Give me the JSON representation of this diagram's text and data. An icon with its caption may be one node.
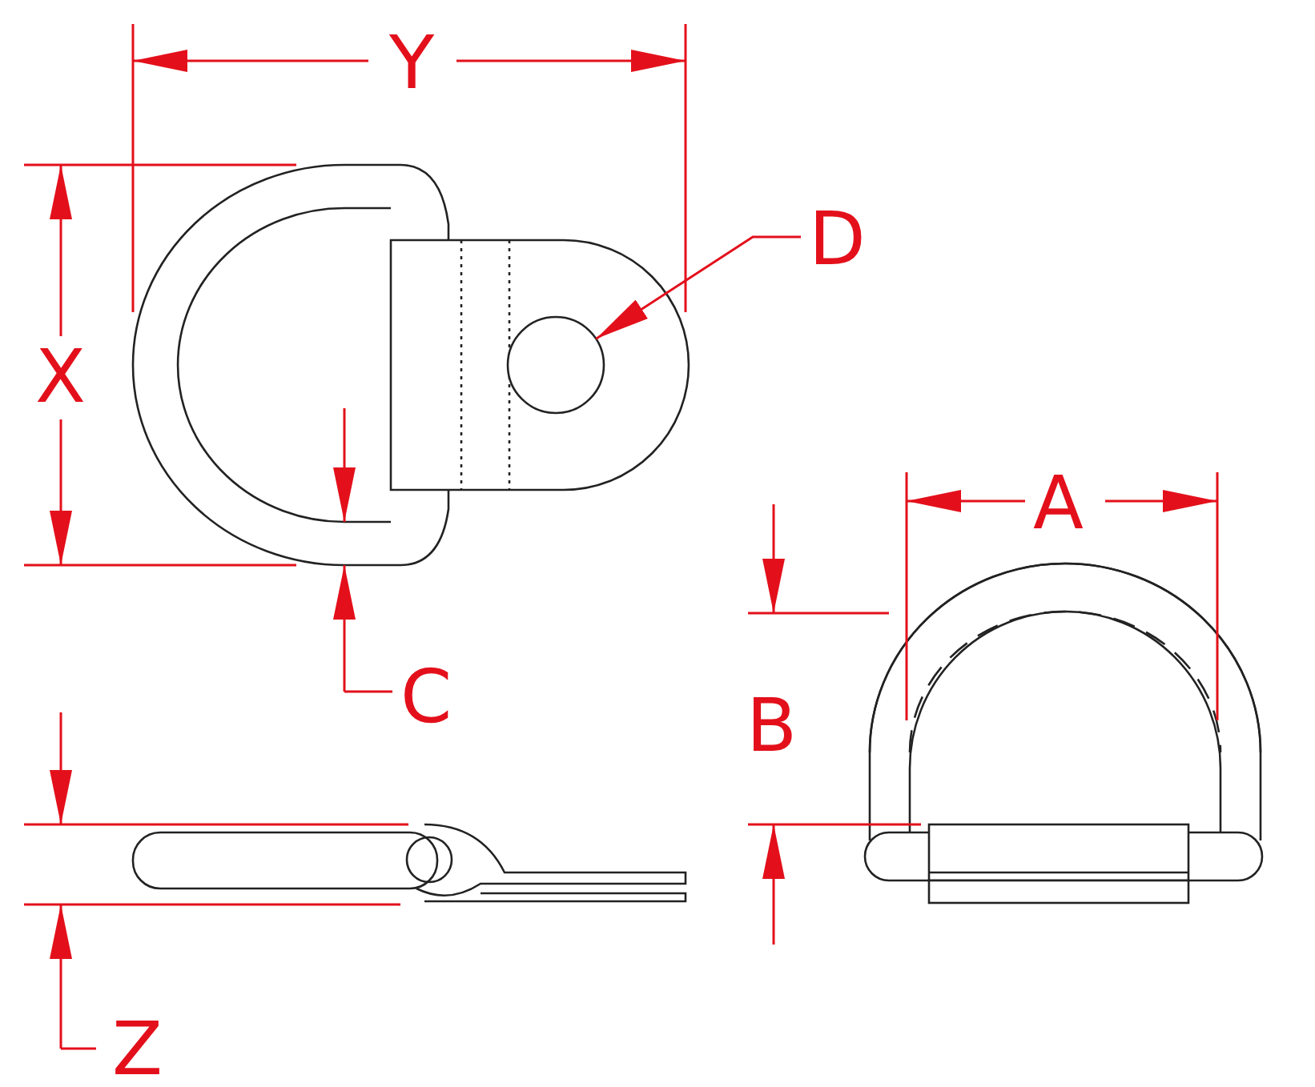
{
  "diagram": {
    "nodes": [
      {
        "text": [
          "D"
        ]
      },
      {
        "text": [],
        "shape": "circle"
      }
    ],
    "edges": [
      {
        "from": 0,
        "to": 1,
        "arrow": "to"
      }
    ],
    "labels": [
      "Y",
      "X",
      "C",
      "A",
      "B",
      "Z"
    ]
  }
}
